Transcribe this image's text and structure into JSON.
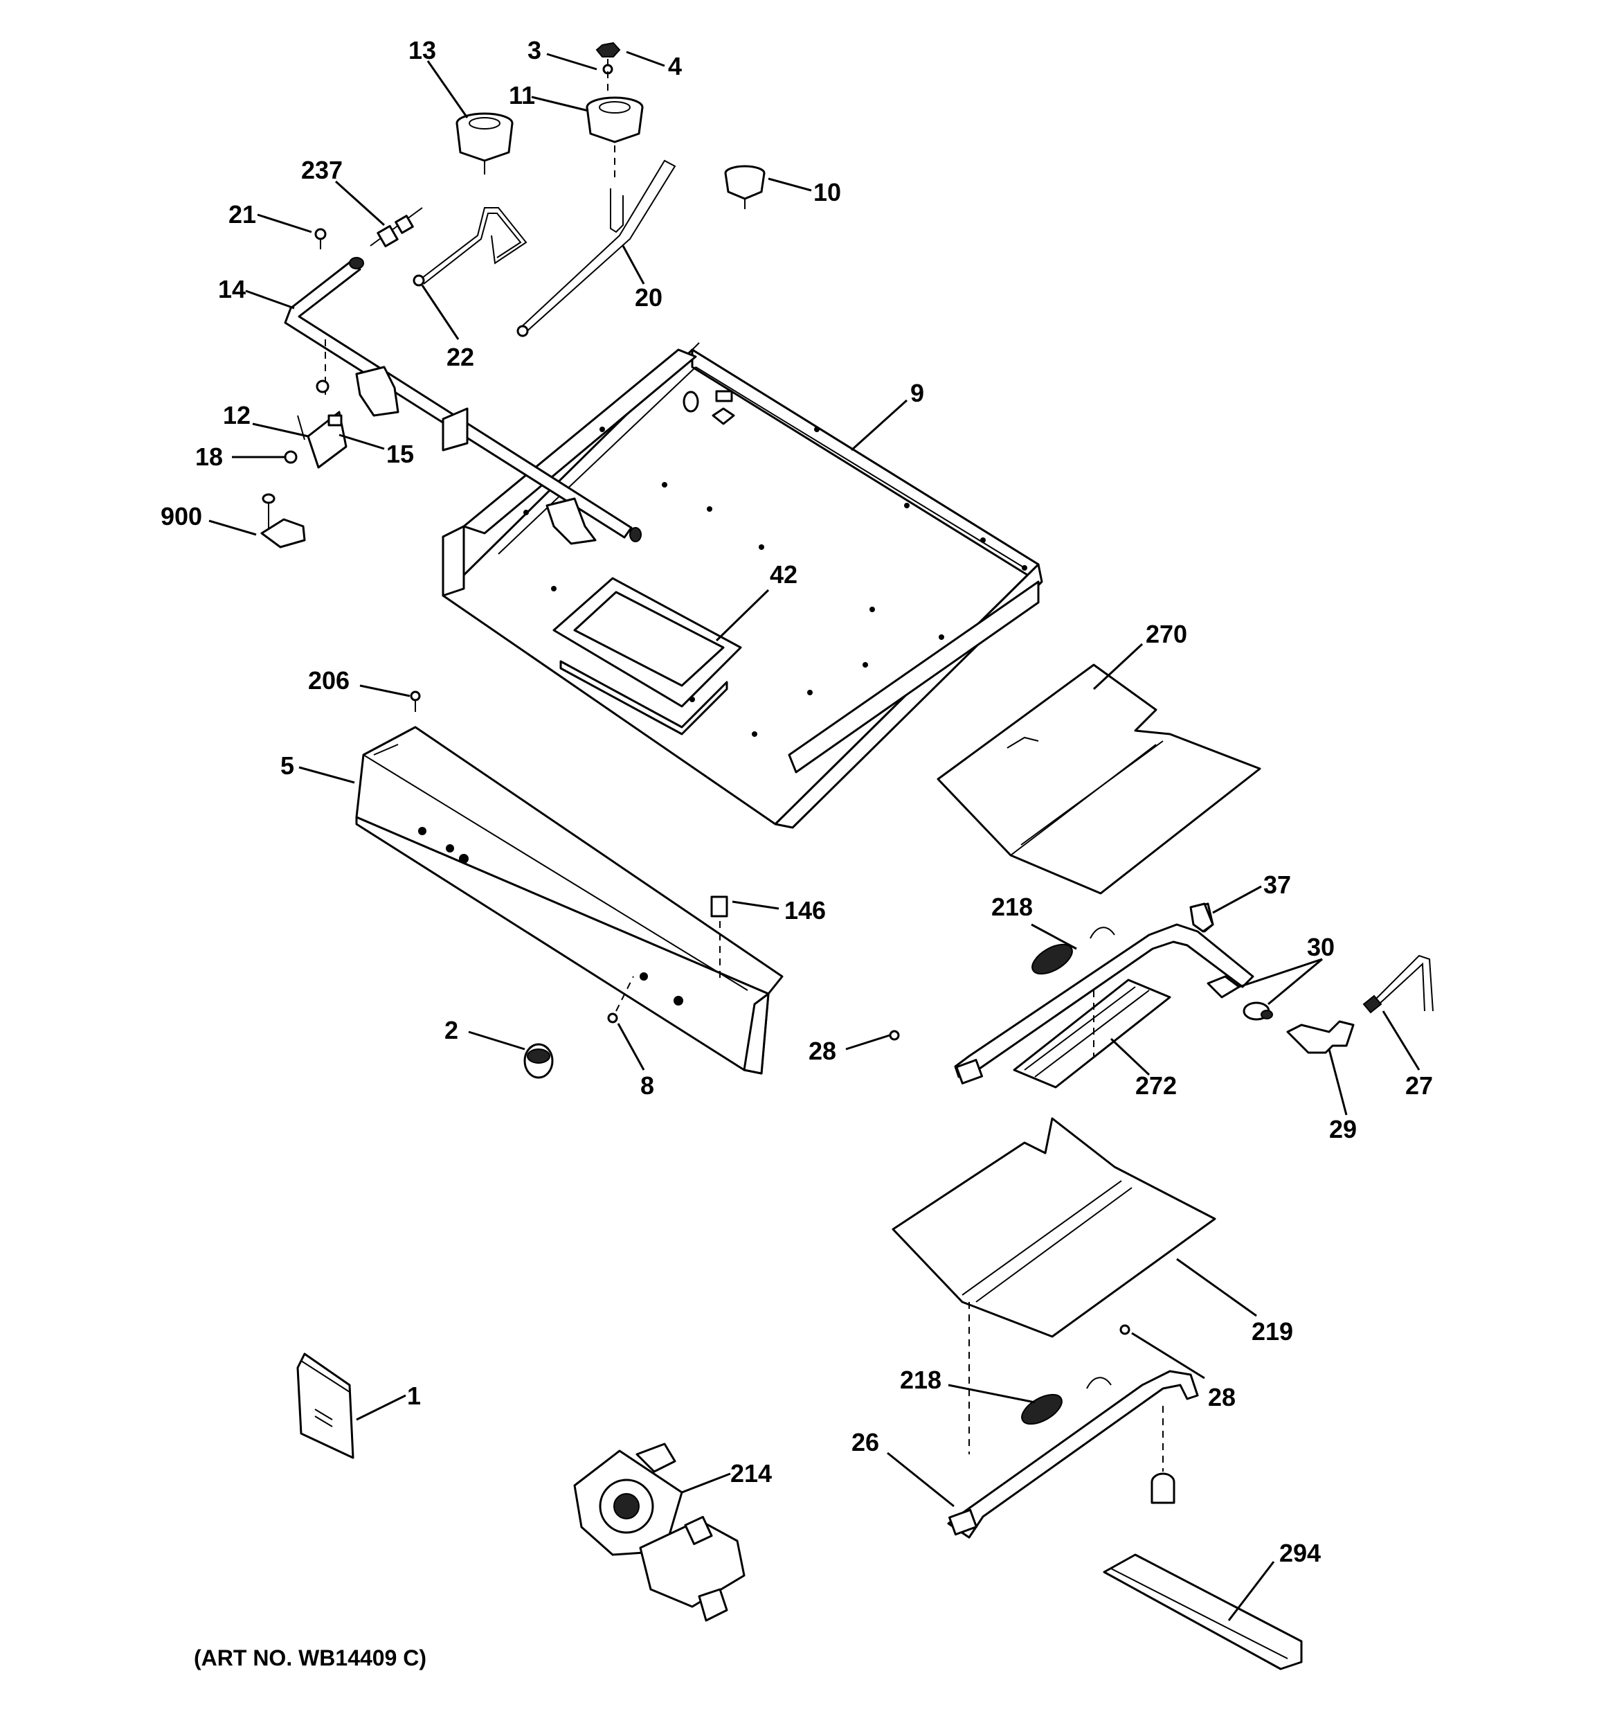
{
  "caption": "(ART NO. WB14409 C)",
  "labels": [
    "13",
    "3",
    "4",
    "11",
    "237",
    "21",
    "10",
    "14",
    "20",
    "22",
    "9",
    "12",
    "15",
    "18",
    "900",
    "42",
    "270",
    "206",
    "5",
    "146",
    "218",
    "37",
    "30",
    "2",
    "28",
    "8",
    "272",
    "27",
    "29",
    "219",
    "218",
    "28",
    "1",
    "26",
    "214",
    "294"
  ]
}
